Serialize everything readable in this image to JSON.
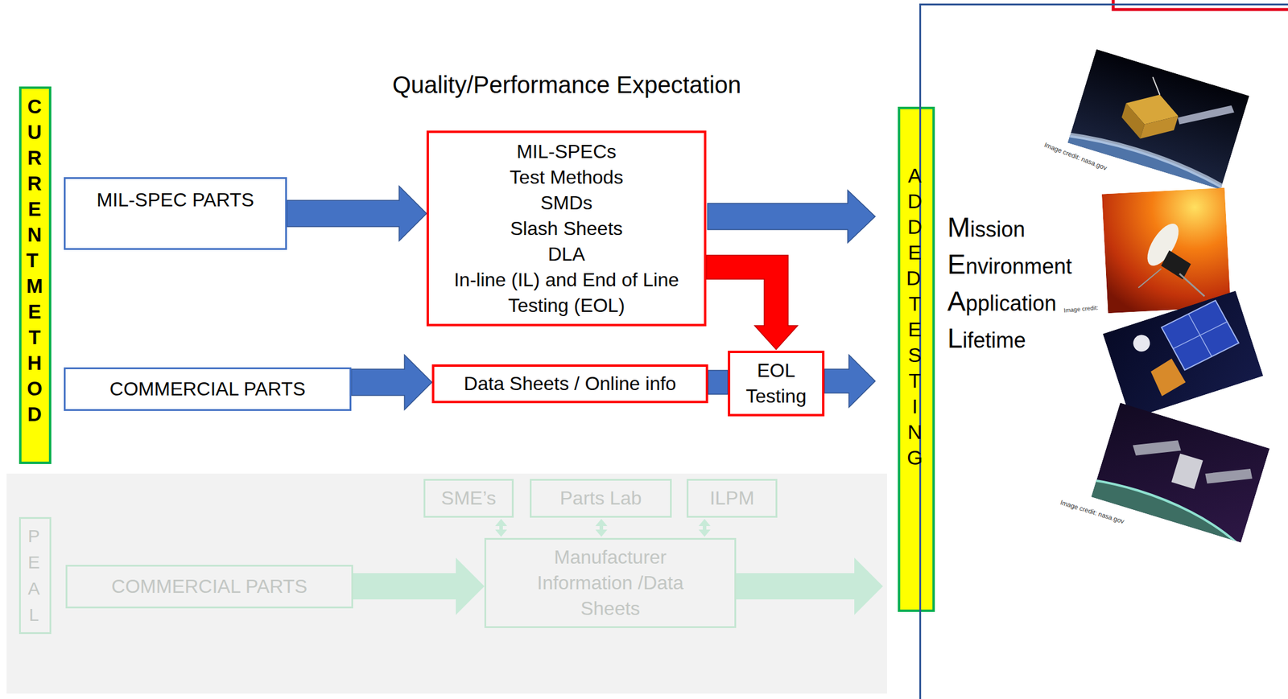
{
  "diagram": {
    "title": "Quality/Performance Expectation",
    "nodes": [
      {
        "text": [
          "CURRENT METHOD"
        ]
      },
      {
        "text": [
          "MIL-SPEC PARTS"
        ]
      },
      {
        "text": [
          "MIL-SPECs",
          "Test Methods",
          "SMDs",
          "Slash Sheets",
          "DLA",
          "In-line (IL) and End of Line Testing (EOL)"
        ]
      },
      {
        "text": [
          "COMMERCIAL PARTS"
        ]
      },
      {
        "text": [
          "Data Sheets / Online info"
        ]
      },
      {
        "text": [
          "EOL Testing"
        ]
      },
      {
        "text": [
          "ADDED TESTING"
        ]
      },
      {
        "text": [
          "Mission",
          "Environment",
          "Application",
          "Lifetime"
        ]
      },
      {
        "text": [
          "PEAL"
        ]
      },
      {
        "text": [
          "SME’s"
        ]
      },
      {
        "text": [
          "Parts Lab"
        ]
      },
      {
        "text": [
          "ILPM"
        ]
      },
      {
        "text": [
          "COMMERCIAL PARTS"
        ]
      },
      {
        "text": [
          "Manufacturer Information /Data Sheets"
        ]
      }
    ],
    "edges": [
      {
        "from": 1,
        "to": 2,
        "arrow": "to"
      },
      {
        "from": 2,
        "to": 6,
        "arrow": "to"
      },
      {
        "from": 2,
        "to": 5,
        "arrow": "to"
      },
      {
        "from": 3,
        "to": 4,
        "arrow": "to"
      },
      {
        "from": 4,
        "to": 5,
        "arrow": "none"
      },
      {
        "from": 5,
        "to": 6,
        "arrow": "to"
      },
      {
        "from": 9,
        "to": 13,
        "arrow": "both"
      },
      {
        "from": 10,
        "to": 13,
        "arrow": "both"
      },
      {
        "from": 11,
        "to": 13,
        "arrow": "both"
      },
      {
        "from": 12,
        "to": 13,
        "arrow": "to"
      },
      {
        "from": 13,
        "to": 6,
        "arrow": "to"
      }
    ],
    "labels": [
      "Image credit: nasa.gov",
      "Image credit:",
      "Image credit: nasa.gov"
    ]
  }
}
